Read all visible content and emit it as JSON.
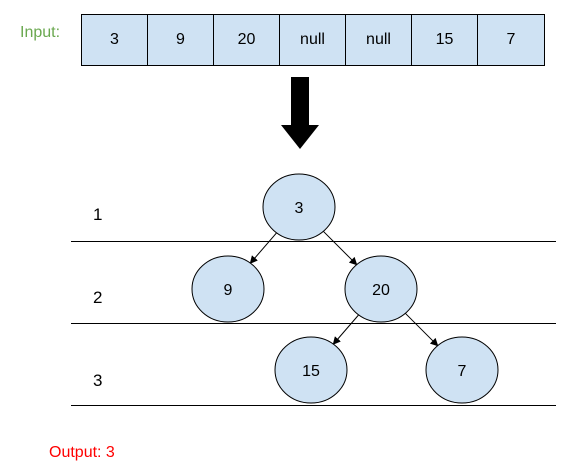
{
  "input_label": "Input:",
  "array": [
    "3",
    "9",
    "20",
    "null",
    "null",
    "15",
    "7"
  ],
  "levels": [
    "1",
    "2",
    "3"
  ],
  "tree": {
    "nodes": [
      {
        "id": "n3",
        "value": "3"
      },
      {
        "id": "n9",
        "value": "9"
      },
      {
        "id": "n20",
        "value": "20"
      },
      {
        "id": "n15",
        "value": "15"
      },
      {
        "id": "n7",
        "value": "7"
      }
    ],
    "edges": [
      {
        "from": "n3",
        "to": "n9"
      },
      {
        "from": "n3",
        "to": "n20"
      },
      {
        "from": "n20",
        "to": "n15"
      },
      {
        "from": "n20",
        "to": "n7"
      }
    ]
  },
  "output_label": "Output: 3",
  "colors": {
    "node_fill": "#cfe2f3",
    "input_label": "#6aa84f",
    "output_label": "#ff0000"
  }
}
